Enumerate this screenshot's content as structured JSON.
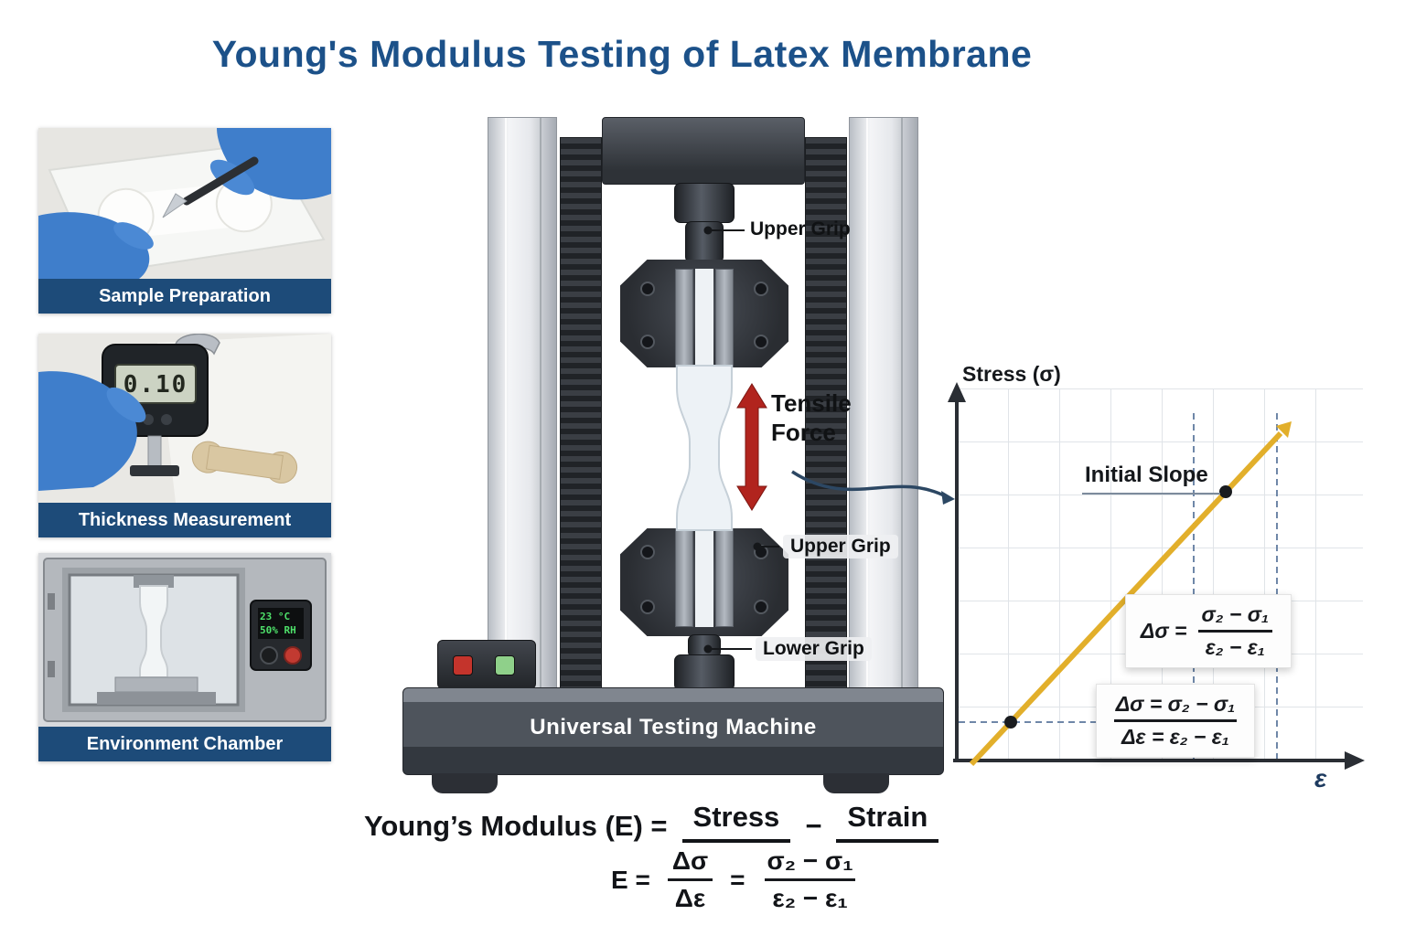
{
  "title": "Young's Modulus Testing of Latex Membrane",
  "panels": [
    {
      "caption": "Sample Preparation"
    },
    {
      "caption": "Thickness Measurement"
    },
    {
      "caption": "Environment Chamber"
    }
  ],
  "thickness_gauge": {
    "reading": "0.10"
  },
  "chamber_display": {
    "temperature": "23 °C",
    "humidity": "50% RH"
  },
  "machine": {
    "upper_grip_label": "Upper Grip",
    "tensile_force_line1": "Tensile",
    "tensile_force_line2": "Force",
    "mid_grip_label": "Upper Grip",
    "lower_grip_label": "Lower Grip",
    "base_label": "Universal Testing Machine"
  },
  "chart": {
    "type": "line",
    "y_axis_label": "Stress (σ)",
    "x_axis_label": "ε",
    "annotation": "Initial Slope",
    "slope_color": "#E2AF2B",
    "box1": {
      "prefix": "Δσ =",
      "numerator": "σ₂ − σ₁",
      "denominator": "ε₂ − ε₁"
    },
    "box2": {
      "numerator": "Δσ = σ₂ − σ₁",
      "denominator": "Δε = ε₂ − ε₁"
    }
  },
  "equations": {
    "line1_prefix": "Young’s Modulus (E) =",
    "stress": "Stress",
    "minus": "−",
    "strain": "Strain",
    "e_prefix": "E =",
    "frac1_numerator": "Δσ",
    "frac1_denominator": "Δε",
    "equals": "=",
    "frac2_numerator": "σ₂ − σ₁",
    "frac2_denominator": "ε₂ − ε₁"
  },
  "colors": {
    "title_blue": "#1C5189",
    "caption_navy": "#1D4B79",
    "arrow_red": "#B1241E",
    "slope_yellow": "#E2AF2B"
  }
}
